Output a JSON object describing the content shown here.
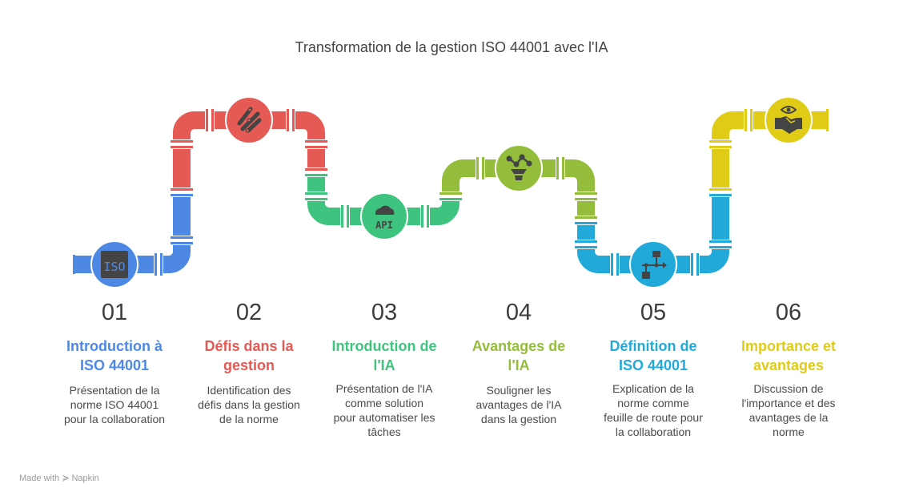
{
  "title": "Transformation de la gestion ISO 44001 avec l'IA",
  "steps": [
    {
      "number": "01",
      "heading": [
        "Introduction à",
        "ISO 44001"
      ],
      "desc": [
        "Présentation de la",
        "norme ISO 44001",
        "pour la collaboration"
      ],
      "color": "#4e88e5",
      "icon": "iso-icon",
      "icon_text": "ISO"
    },
    {
      "number": "02",
      "heading": [
        "Défis dans la",
        "gestion"
      ],
      "desc": [
        "Identification des",
        "défis dans la gestion",
        "de la norme"
      ],
      "color": "#e55a54",
      "icon": "challenge-icon"
    },
    {
      "number": "03",
      "heading": [
        "Introduction de",
        "l'IA"
      ],
      "desc": [
        "Présentation de l'IA",
        "comme solution",
        "pour automatiser les",
        "tâches"
      ],
      "color": "#3ec47e",
      "icon": "cloud-api-icon",
      "icon_text": "API"
    },
    {
      "number": "04",
      "heading": [
        "Avantages de",
        "l'IA"
      ],
      "desc": [
        "Souligner les",
        "avantages de l'IA",
        "dans la gestion"
      ],
      "color": "#93bd3a",
      "icon": "data-funnel-icon"
    },
    {
      "number": "05",
      "heading": [
        "Définition de",
        "ISO 44001"
      ],
      "desc": [
        "Explication de la",
        "norme comme",
        "feuille de route pour",
        "la collaboration"
      ],
      "color": "#21aad9",
      "icon": "flowchart-icon"
    },
    {
      "number": "06",
      "heading": [
        "Importance et",
        "avantages"
      ],
      "desc": [
        "Discussion de",
        "l'importance et des",
        "avantages de la",
        "norme"
      ],
      "color": "#e0cc16",
      "icon": "handshake-eye-icon"
    }
  ],
  "footer": "Made with ≽ Napkin"
}
